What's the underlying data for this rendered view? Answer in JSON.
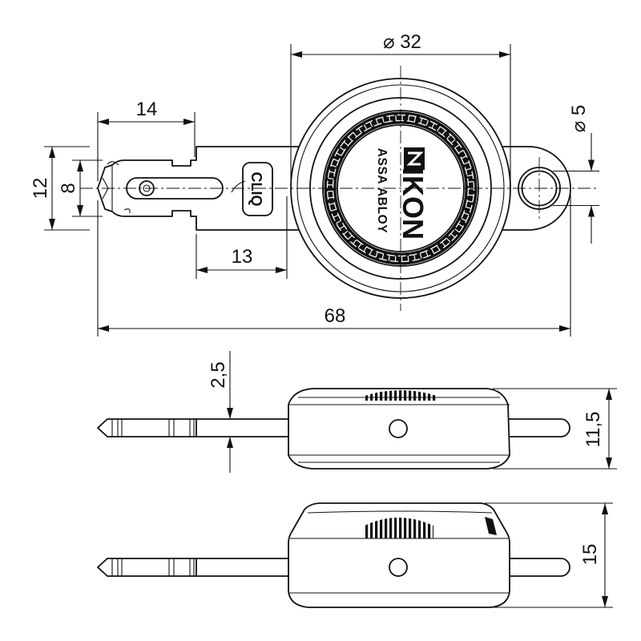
{
  "colors": {
    "line": "#111111",
    "background": "#ffffff"
  },
  "dimensions": {
    "head_diameter": "⌀ 32",
    "blade_length": "14",
    "shank_width": "12",
    "blade_width": "8",
    "ring_hole_diameter": "⌀ 5",
    "shoulder_length": "13",
    "overall_length": "68",
    "blade_thickness": "2,5",
    "head_thickness": "11,5",
    "head_height": "15"
  },
  "logos": {
    "cliq": "CLIQ",
    "ikon": "IKON",
    "assa_abloy": "ASSA ABLOY"
  }
}
